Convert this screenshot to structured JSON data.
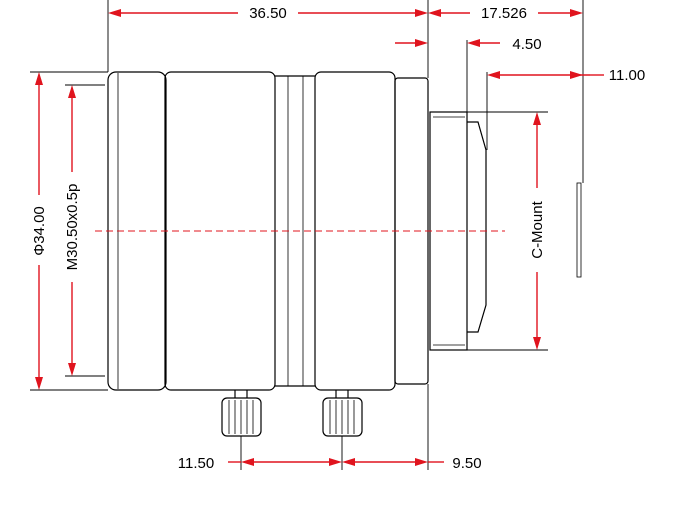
{
  "dimensions": {
    "overall_length": "36.50",
    "flange_back": "17.526",
    "mount_depth": "4.50",
    "back_focal": "11.00",
    "outer_diameter": "Φ34.00",
    "filter_thread": "M30.50x0.5p",
    "mount_type": "C-Mount",
    "screw_spacing": "11.50",
    "screw_offset": "9.50"
  },
  "colors": {
    "dimension_line": "#e0141e",
    "outline": "#000000"
  }
}
